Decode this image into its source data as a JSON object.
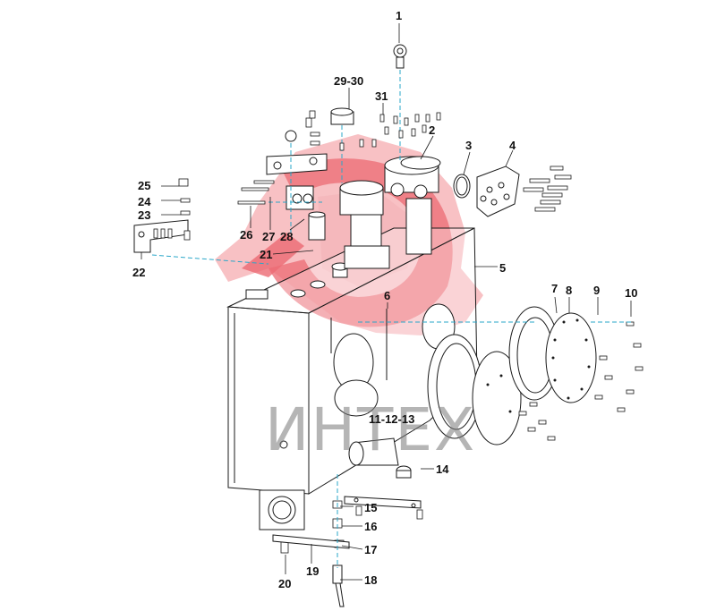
{
  "diagram": {
    "callouts": [
      {
        "id": "c1",
        "text": "1"
      },
      {
        "id": "c2930",
        "text": "29-30"
      },
      {
        "id": "c31",
        "text": "31"
      },
      {
        "id": "c2",
        "text": "2"
      },
      {
        "id": "c3",
        "text": "3"
      },
      {
        "id": "c4",
        "text": "4"
      },
      {
        "id": "c25",
        "text": "25"
      },
      {
        "id": "c24",
        "text": "24"
      },
      {
        "id": "c23",
        "text": "23"
      },
      {
        "id": "c26",
        "text": "26"
      },
      {
        "id": "c27",
        "text": "27"
      },
      {
        "id": "c28",
        "text": "28"
      },
      {
        "id": "c21",
        "text": "21"
      },
      {
        "id": "c22",
        "text": "22"
      },
      {
        "id": "c5",
        "text": "5"
      },
      {
        "id": "c6",
        "text": "6"
      },
      {
        "id": "c7",
        "text": "7"
      },
      {
        "id": "c8",
        "text": "8"
      },
      {
        "id": "c9",
        "text": "9"
      },
      {
        "id": "c10",
        "text": "10"
      },
      {
        "id": "c111213",
        "text": "11-12-13"
      },
      {
        "id": "c14",
        "text": "14"
      },
      {
        "id": "c15",
        "text": "15"
      },
      {
        "id": "c16",
        "text": "16"
      },
      {
        "id": "c17",
        "text": "17"
      },
      {
        "id": "c19",
        "text": "19"
      },
      {
        "id": "c18",
        "text": "18"
      },
      {
        "id": "c20",
        "text": "20"
      }
    ],
    "watermark": {
      "text": "ИНТЕХ",
      "logo_color": "#e8505b",
      "text_color": "#808080"
    },
    "line_color": "#1a1a1a",
    "leader_color": "#2aa7c9"
  }
}
